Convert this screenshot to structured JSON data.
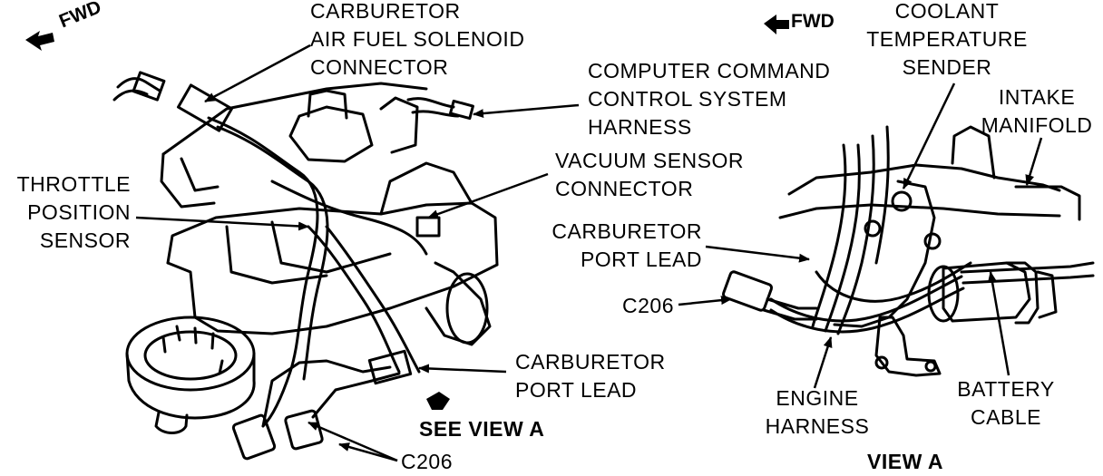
{
  "left_diagram": {
    "fwd_label": "FWD",
    "carb_solenoid_connector": [
      "CARBURETOR",
      "AIR FUEL SOLENOID",
      "CONNECTOR"
    ],
    "c3_harness": [
      "COMPUTER COMMAND",
      "CONTROL SYSTEM",
      "HARNESS"
    ],
    "throttle_position_sensor": [
      "THROTTLE",
      "POSITION",
      "SENSOR"
    ],
    "vacuum_sensor_connector": [
      "VACUUM SENSOR",
      "CONNECTOR"
    ],
    "carb_port_lead": [
      "CARBURETOR",
      "PORT LEAD"
    ],
    "see_view_a": "SEE VIEW A",
    "c206": "C206"
  },
  "right_diagram": {
    "fwd_label": "FWD",
    "coolant_temp_sender": [
      "COOLANT",
      "TEMPERATURE",
      "SENDER"
    ],
    "intake_manifold": [
      "INTAKE",
      "MANIFOLD"
    ],
    "carb_port_lead": [
      "CARBURETOR",
      "PORT LEAD"
    ],
    "c206": "C206",
    "engine_harness": [
      "ENGINE",
      "HARNESS"
    ],
    "battery_cable": [
      "BATTERY",
      "CABLE"
    ],
    "view_title": "VIEW A"
  }
}
